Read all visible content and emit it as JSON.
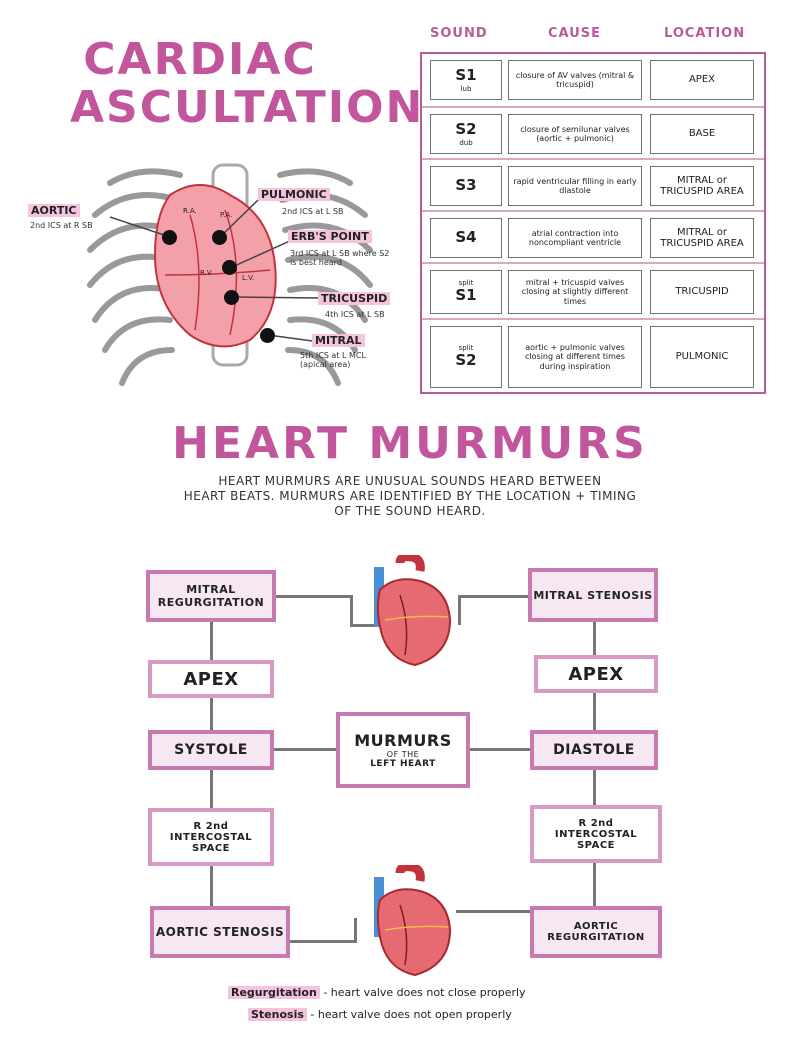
{
  "titles": {
    "auscultation_line1": "CARDIAC",
    "auscultation_line2": "ASCULTATION",
    "murmurs": "HEART MURMURS"
  },
  "table": {
    "headers": [
      "SOUND",
      "CAUSE",
      "LOCATION"
    ],
    "rows": [
      {
        "sound": "S1",
        "sub": "lub",
        "cause": "closure of AV valves (mitral & tricuspid)",
        "location": "APEX"
      },
      {
        "sound": "S2",
        "sub": "dub",
        "cause": "closure of semilunar valves (aortic + pulmonic)",
        "location": "BASE"
      },
      {
        "sound": "S3",
        "sub": "",
        "cause": "rapid ventricular filling in early diastole",
        "location": "MITRAL or TRICUSPID AREA"
      },
      {
        "sound": "S4",
        "sub": "",
        "cause": "atrial contraction into noncompliant ventricle",
        "location": "MITRAL or TRICUSPID AREA"
      },
      {
        "sound": "S1",
        "sub": "split",
        "cause": "mitral + tricuspid valves closing at slightly different times",
        "location": "TRICUSPID"
      },
      {
        "sound": "S2",
        "sub": "split",
        "cause": "aortic + pulmonic valves closing at different times during inspiration",
        "location": "PULMONIC"
      }
    ]
  },
  "diagram_labels": {
    "aortic": "AORTIC",
    "aortic_sub": "2nd ICS at R SB",
    "pulmonic": "PULMONIC",
    "pulmonic_sub": "2nd ICS at L SB",
    "erbs": "ERB'S POINT",
    "erbs_sub": "3rd ICS at L SB where S2 is best heard",
    "tricuspid": "TRICUSPID",
    "tricuspid_sub": "4th ICS at L SB",
    "mitral": "MITRAL",
    "mitral_sub": "5th ICS at L MCL (apical area)",
    "heart_ra": "R.A.",
    "heart_pa": "P.A.",
    "heart_rv": "R.V.",
    "heart_lv": "L.V."
  },
  "murmurs_desc": {
    "line1": "HEART MURMURS ARE UNUSUAL SOUNDS HEARD BETWEEN",
    "line2": "HEART BEATS. MURMURS ARE IDENTIFIED BY THE LOCATION + TIMING",
    "line3": "OF THE SOUND HEARD."
  },
  "flowchart": {
    "center": "MURMURS",
    "center_sub1": "OF THE",
    "center_sub2": "LEFT HEART",
    "left": {
      "top": "MITRAL REGURGITATION",
      "location": "APEX",
      "timing": "SYSTOLE",
      "space": "R 2nd INTERCOSTAL SPACE",
      "bottom": "AORTIC STENOSIS"
    },
    "right": {
      "top": "MITRAL STENOSIS",
      "location": "APEX",
      "timing": "DIASTOLE",
      "space": "R 2nd INTERCOSTAL SPACE",
      "bottom": "AORTIC REGURGITATION"
    }
  },
  "footer": {
    "regurg_term": "Regurgitation",
    "regurg_text": "- heart valve does not close properly",
    "stenosis_term": "Stenosis",
    "stenosis_text": "- heart valve does not open properly"
  },
  "colors": {
    "accent": "#c2569c",
    "box_fill": "#f7e7f2",
    "heart_red": "#e0505a",
    "heart_blue": "#4a8fd6"
  }
}
